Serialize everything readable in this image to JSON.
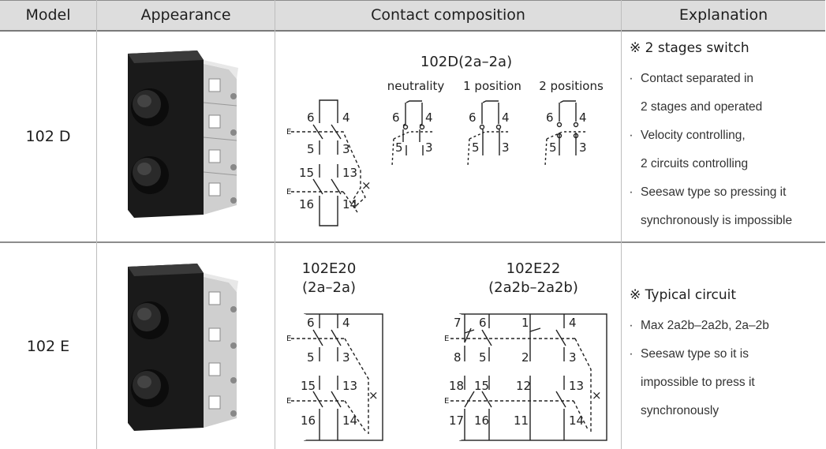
{
  "headers": {
    "model": "Model",
    "appearance": "Appearance",
    "contact": "Contact composition",
    "explanation": "Explanation"
  },
  "rows": [
    {
      "model": "102 D",
      "diagram": {
        "title": "102D(2a–2a)",
        "positions": [
          "neutrality",
          "1 position",
          "2 positions"
        ],
        "top_terminals": [
          "6",
          "4",
          "5",
          "3"
        ],
        "bottom_terminals": [
          "15",
          "13",
          "16",
          "14"
        ],
        "e_label": "E"
      },
      "explanation": {
        "title": "※ 2 stages switch",
        "bullet": "·",
        "lines": [
          {
            "text": "Contact separated in",
            "bullet": true
          },
          {
            "text": "2 stages and operated",
            "bullet": false
          },
          {
            "text": "Velocity controlling,",
            "bullet": true
          },
          {
            "text": "2 circuits controlling",
            "bullet": false
          },
          {
            "text": "Seesaw type so pressing it",
            "bullet": true
          },
          {
            "text": "synchronously is impossible",
            "bullet": false
          }
        ]
      }
    },
    {
      "model": "102 E",
      "diagrams": [
        {
          "title1": "102E20",
          "title2": "(2a–2a)",
          "top_terminals": [
            "6",
            "4",
            "5",
            "3"
          ],
          "bottom_terminals": [
            "15",
            "13",
            "16",
            "14"
          ],
          "e_label": "E"
        },
        {
          "title1": "102E22",
          "title2": "(2a2b–2a2b)",
          "top_terminals": [
            "7",
            "6",
            "1",
            "4",
            "8",
            "5",
            "2",
            "3"
          ],
          "bottom_terminals": [
            "18",
            "15",
            "12",
            "13",
            "17",
            "16",
            "11",
            "14"
          ],
          "e_label": "E"
        }
      ],
      "explanation": {
        "title": "※ Typical circuit",
        "bullet": "·",
        "lines": [
          {
            "text": "Max 2a2b–2a2b, 2a–2b",
            "bullet": true
          },
          {
            "text": "Seesaw type so it is",
            "bullet": true
          },
          {
            "text": "impossible to press it",
            "bullet": false
          },
          {
            "text": "synchronously",
            "bullet": false
          }
        ]
      }
    }
  ],
  "colors": {
    "header_bg": "#dddddd",
    "border_dark": "#8c8c8c",
    "border_light": "#bdbdbd",
    "switch_body": "#1a1a1a",
    "terminal_block": "#d9d9d9"
  }
}
